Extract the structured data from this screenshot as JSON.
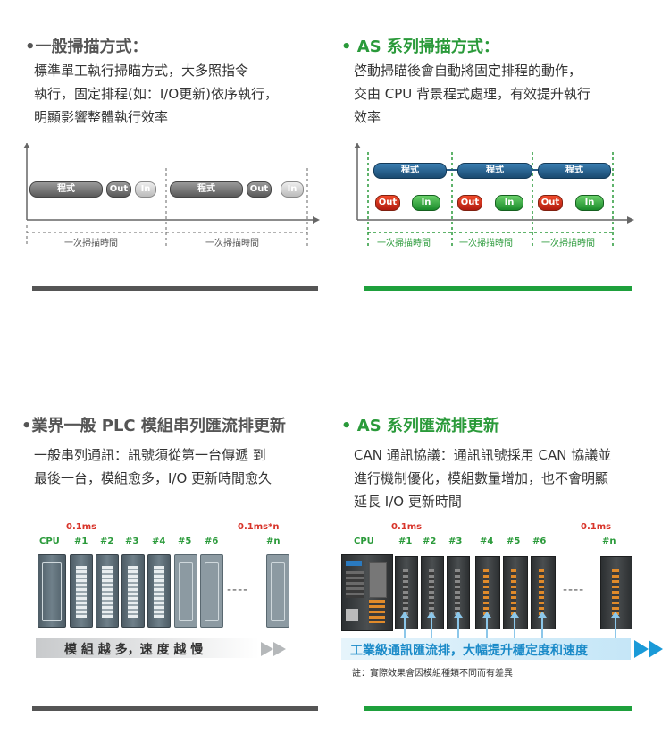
{
  "tl": {
    "title": "•一般掃描方式：",
    "lines": [
      "標準單工執行掃瞄方式，大多照指令",
      "執行，固定排程(如：I/O更新)依序執行，",
      "明顯影響整體執行效率"
    ],
    "pills": [
      "程式",
      "Out",
      "In",
      "程式",
      "Out",
      "In"
    ],
    "scan_labels": [
      "一次掃描時間",
      "一次掃描時間"
    ]
  },
  "tr": {
    "title": "• AS 系列掃描方式：",
    "lines": [
      "啓動掃瞄後會自動將固定排程的動作，",
      "交由 CPU 背景程式處理，有效提升執行",
      "效率"
    ],
    "prog": [
      "程式",
      "程式",
      "程式"
    ],
    "io": [
      "Out",
      "In",
      "Out",
      "In",
      "Out",
      "In"
    ],
    "scan_labels": [
      "一次掃描時間",
      "一次掃描時間",
      "一次掃描時間"
    ]
  },
  "bl": {
    "title": "•業界一般 PLC 模組串列匯流排更新",
    "lines": [
      "一般串列通訊：訊號須從第一台傳遞 到",
      "最後一台，模組愈多，I/O 更新時間愈久"
    ],
    "t1": "0.1ms",
    "t2": "0.1ms*n",
    "mods": [
      "CPU",
      "#1",
      "#2",
      "#3",
      "#4",
      "#5",
      "#6",
      "#n"
    ],
    "dashes": "----",
    "banner": "模 組 越 多，速 度 越 慢"
  },
  "br": {
    "title": "• AS 系列匯流排更新",
    "lines": [
      "CAN 通訊協議：通訊訊號採用 CAN 協議並",
      "進行機制優化，模組數量增加，也不會明顯",
      "延長 I/O 更新時間"
    ],
    "t1": "0.1ms",
    "t2": "0.1ms",
    "mods": [
      "CPU",
      "#1",
      "#2",
      "#3",
      "#4",
      "#5",
      "#6",
      "#n"
    ],
    "dashes": "----",
    "banner": "工業級通訊匯流排，大幅提升穩定度和速度",
    "note": "註：實際效果會因模組種類不同而有差異"
  },
  "colors": {
    "gray_bar": "#555555",
    "green_bar": "#1ea03c",
    "green_text": "#2a9a3a",
    "red_text": "#d8342a"
  }
}
